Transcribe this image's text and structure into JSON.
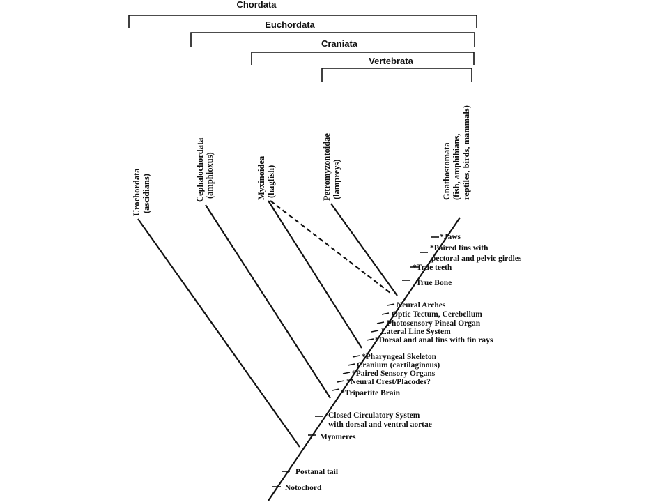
{
  "clades": [
    {
      "label": "Chordata"
    },
    {
      "label": "Euchordata"
    },
    {
      "label": "Craniata"
    },
    {
      "label": "Vertebrata"
    }
  ],
  "taxa": [
    {
      "line1": "Urochordata",
      "line2": "(ascidians)"
    },
    {
      "line1": "Cephalochordata",
      "line2": "(amphioxus)"
    },
    {
      "line1": "Myxinoidea",
      "line2": "(hagfish)"
    },
    {
      "line1": "Petromyzontoidae",
      "line2": "(lampreys)"
    },
    {
      "line1": "Gnathostomata",
      "line2": "(fish, amphibians,",
      "line3": "reptiles, birds, mammals)"
    }
  ],
  "characters": [
    {
      "text": "*Jaws"
    },
    {
      "text": "*Paired fins with"
    },
    {
      "text": "pectoral and pelvic girdles"
    },
    {
      "text": "*True teeth"
    },
    {
      "text": "True Bone"
    },
    {
      "text": "Neural Arches"
    },
    {
      "text": "Optic Tectum, Cerebellum"
    },
    {
      "text": "Photosensory Pineal Organ"
    },
    {
      "text": "Lateral Line System"
    },
    {
      "text": "*Dorsal and anal fins with fin rays"
    },
    {
      "text": "*Pharyngeal Skeleton"
    },
    {
      "text": "Cranium (cartilaginous)"
    },
    {
      "text": "*Paired Sensory Organs"
    },
    {
      "text": "*Neural Crest/Placodes?"
    },
    {
      "text": "*Tripartite Brain"
    },
    {
      "text": "Closed Circulatory System"
    },
    {
      "text": "with dorsal and ventral aortae"
    },
    {
      "text": "Myomeres"
    },
    {
      "text": "Postanal tail"
    },
    {
      "text": "Notochord"
    }
  ]
}
